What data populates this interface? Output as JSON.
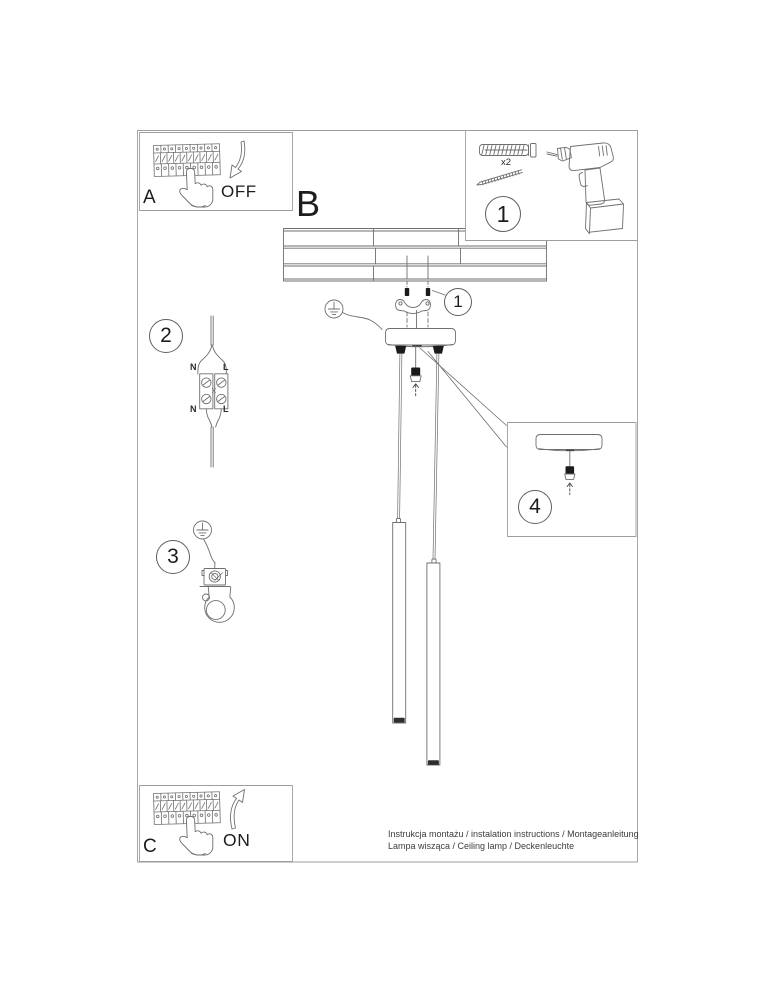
{
  "colors": {
    "line": "#6f6f6f",
    "panel_border": "#9e9e9e",
    "dark_fill": "#1b1b1b"
  },
  "labels": {
    "step_a": "A",
    "step_a_state": "OFF",
    "step_b": "B",
    "step_c": "C",
    "step_c_state": "ON",
    "tools_step": "1",
    "anchor_qty": "x2",
    "bracket_callout": "1",
    "wiring_step": "2",
    "ground_step": "3",
    "canopy_detail_step": "4"
  },
  "wiring_terminals": {
    "top_left": "N",
    "top_right": "L",
    "bottom_left": "N",
    "bottom_right": "L"
  },
  "footer": {
    "line1": "Instrukcja montażu / instalation instructions / Montageanleitung",
    "line2": "Lampa wisząca / Ceiling lamp / Deckenleuchte"
  }
}
